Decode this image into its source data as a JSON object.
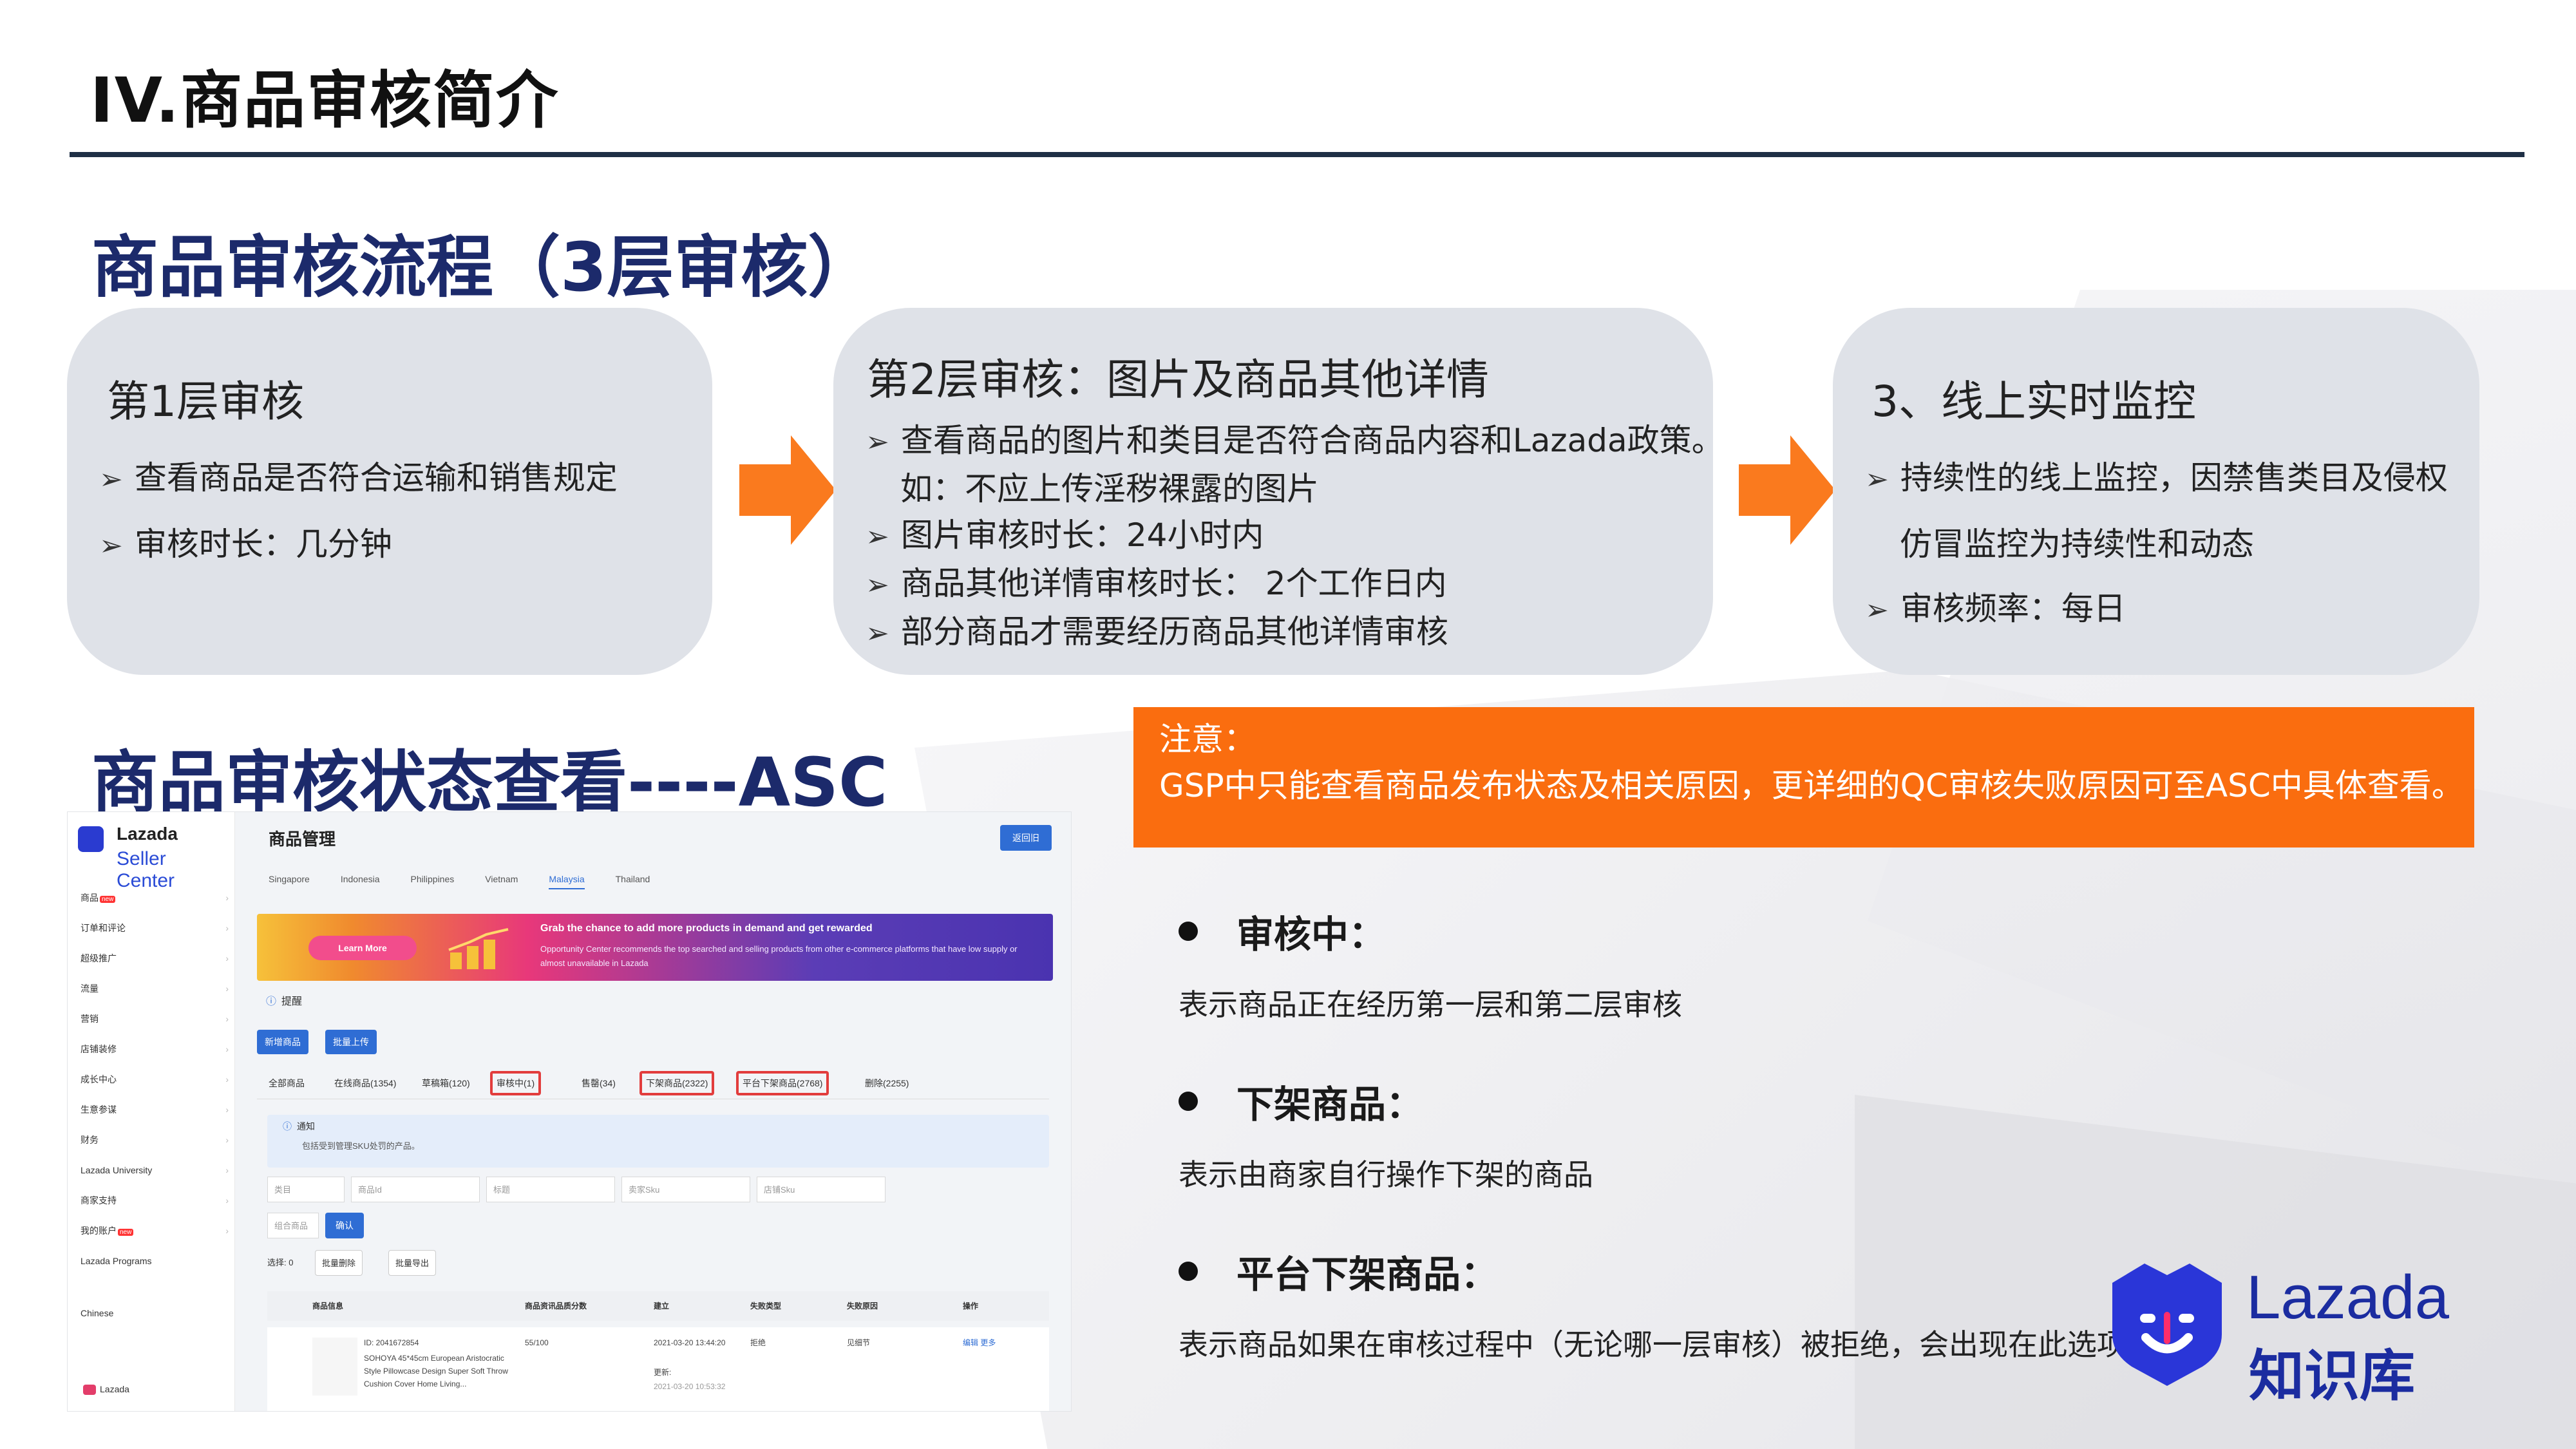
{
  "page": {
    "title": "IV.商品审核简介",
    "section_flow": "商品审核流程（3层审核）",
    "section_status": "商品审核状态查看----ASC"
  },
  "colors": {
    "accent": "#fa6d0f",
    "heading": "#1c2a6b",
    "card": "#dfe2e8",
    "brand": "#1b2ca0"
  },
  "flow": {
    "step1": {
      "title": "第1层审核",
      "items": [
        "查看商品是否符合运输和销售规定",
        "审核时长：几分钟"
      ]
    },
    "step2": {
      "title": "第2层审核：图片及商品其他详情",
      "items": [
        "查看商品的图片和类目是否符合商品内容和Lazada政策。",
        "如：不应上传淫秽裸露的图片",
        "图片审核时长：24小时内",
        "商品其他详情审核时长： 2个工作日内",
        "部分商品才需要经历商品其他详情审核"
      ]
    },
    "step3": {
      "title": "3、线上实时监控",
      "items": [
        "持续性的线上监控，因禁售类目及侵权",
        "仿冒监控为持续性和动态",
        "审核频率：每日"
      ]
    }
  },
  "note": {
    "label": "注意：",
    "text": "GSP中只能查看商品发布状态及相关原因，更详细的QC审核失败原因可至ASC中具体查看。"
  },
  "statuses": [
    {
      "title": "审核中：",
      "desc": "表示商品正在经历第一层和第二层审核"
    },
    {
      "title": "下架商品：",
      "desc": "表示由商家自行操作下架的商品"
    },
    {
      "title": "平台下架商品：",
      "desc": "表示商品如果在审核过程中（无论哪一层审核）被拒绝，会出现在此选项卡下"
    }
  ],
  "logo": {
    "brand": "Lazada",
    "sub": "知识库",
    "icon": "lazada-heart-bag-icon"
  },
  "seller_center": {
    "brand_top": "Lazada",
    "brand_bottom": "Seller Center",
    "sidebar": [
      "商品",
      "订单和评论",
      "超级推广",
      "流量",
      "营销",
      "店铺装修",
      "成长中心",
      "生意参谋",
      "财务",
      "Lazada University",
      "商家支持",
      "我的账户",
      "Lazada Programs"
    ],
    "new_badge": "new",
    "language": "Chinese",
    "footer": "Lazada",
    "title": "商品管理",
    "back_button": "返回旧",
    "countries": [
      "Singapore",
      "Indonesia",
      "Philippines",
      "Vietnam",
      "Malaysia",
      "Thailand"
    ],
    "active_country": "Malaysia",
    "banner": {
      "button": "Learn More",
      "headline": "Grab the chance to add more products in demand and get rewarded",
      "sub": "Opportunity Center recommends the top searched and selling products from other e-commerce platforms that have low supply or almost unavailable in Lazada"
    },
    "tip": "提醒",
    "add_button": "新增商品",
    "bulk_upload": "批量上传",
    "tabs": [
      "全部商品",
      "在线商品(1354)",
      "草稿箱(120)",
      "审核中(1)",
      "售罄(34)",
      "下架商品(2322)",
      "平台下架商品(2768)",
      "删除(2255)"
    ],
    "notice_title": "通知",
    "notice_text": "包括受到管理SKU处罚的产品。",
    "filters": [
      "类目",
      "商品Id",
      "标题",
      "卖家Sku",
      "店铺Sku",
      "组合商品"
    ],
    "confirm": "确认",
    "selected": "选择: 0",
    "bulk_delete": "批量删除",
    "bulk_export": "批量导出",
    "columns": [
      "商品信息",
      "商品资讯品质分数",
      "建立",
      "失败类型",
      "失败原因",
      "操作"
    ],
    "row": {
      "id": "ID: 2041672854",
      "name": "SOHOYA 45*45cm European Aristocratic Style Pillowcase Design Super Soft Throw Cushion Cover Home Living...",
      "score": "55/100",
      "created": "2021-03-20 13:44:20",
      "updated_label": "更新:",
      "updated": "2021-03-20 10:53:32",
      "fail_type": "拒绝",
      "fail_reason": "见细节",
      "actions": "编辑  更多"
    }
  }
}
